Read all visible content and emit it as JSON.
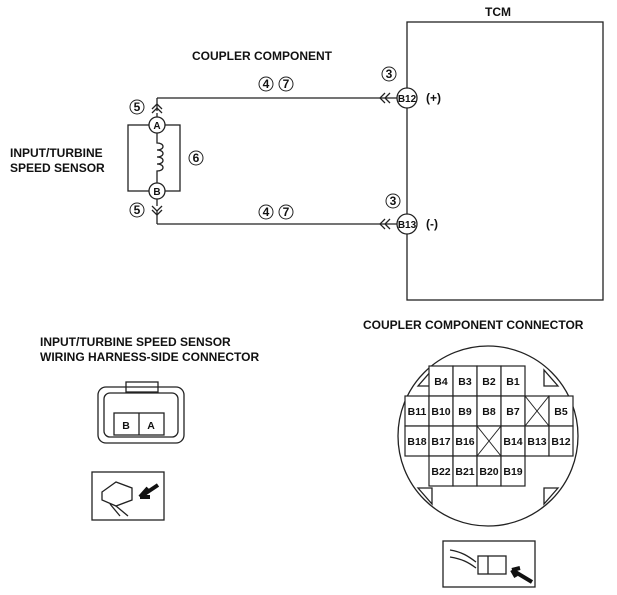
{
  "tcm": {
    "label": "TCM",
    "b12": "B12",
    "b13": "B13",
    "plus": "(+)",
    "minus": "(-)"
  },
  "coupler_component_label": "COUPLER COMPONENT",
  "sensor": {
    "label_line1": "INPUT/TURBINE",
    "label_line2": "SPEED SENSOR",
    "term_a": "A",
    "term_b": "B"
  },
  "callouts": {
    "top_wire": [
      "4",
      "7"
    ],
    "bottom_wire": [
      "4",
      "7"
    ],
    "top_coupler": "3",
    "bottom_coupler": "3",
    "top_sensor": "5",
    "bottom_sensor": "5",
    "coil": "6"
  },
  "sensor_connector": {
    "title_line1": "INPUT/TURBINE SPEED SENSOR",
    "title_line2": "WIRING HARNESS-SIDE CONNECTOR",
    "pins": [
      "B",
      "A"
    ]
  },
  "coupler_connector": {
    "title": "COUPLER COMPONENT CONNECTOR",
    "rows": [
      [
        "",
        "B4",
        "B3",
        "B2",
        "B1",
        "",
        ""
      ],
      [
        "B11",
        "B10",
        "B9",
        "B8",
        "B7",
        "X",
        "B5"
      ],
      [
        "B18",
        "B17",
        "B16",
        "X",
        "B14",
        "B13",
        "B12"
      ],
      [
        "",
        "B22",
        "B21",
        "B20",
        "B19",
        "",
        ""
      ]
    ]
  }
}
